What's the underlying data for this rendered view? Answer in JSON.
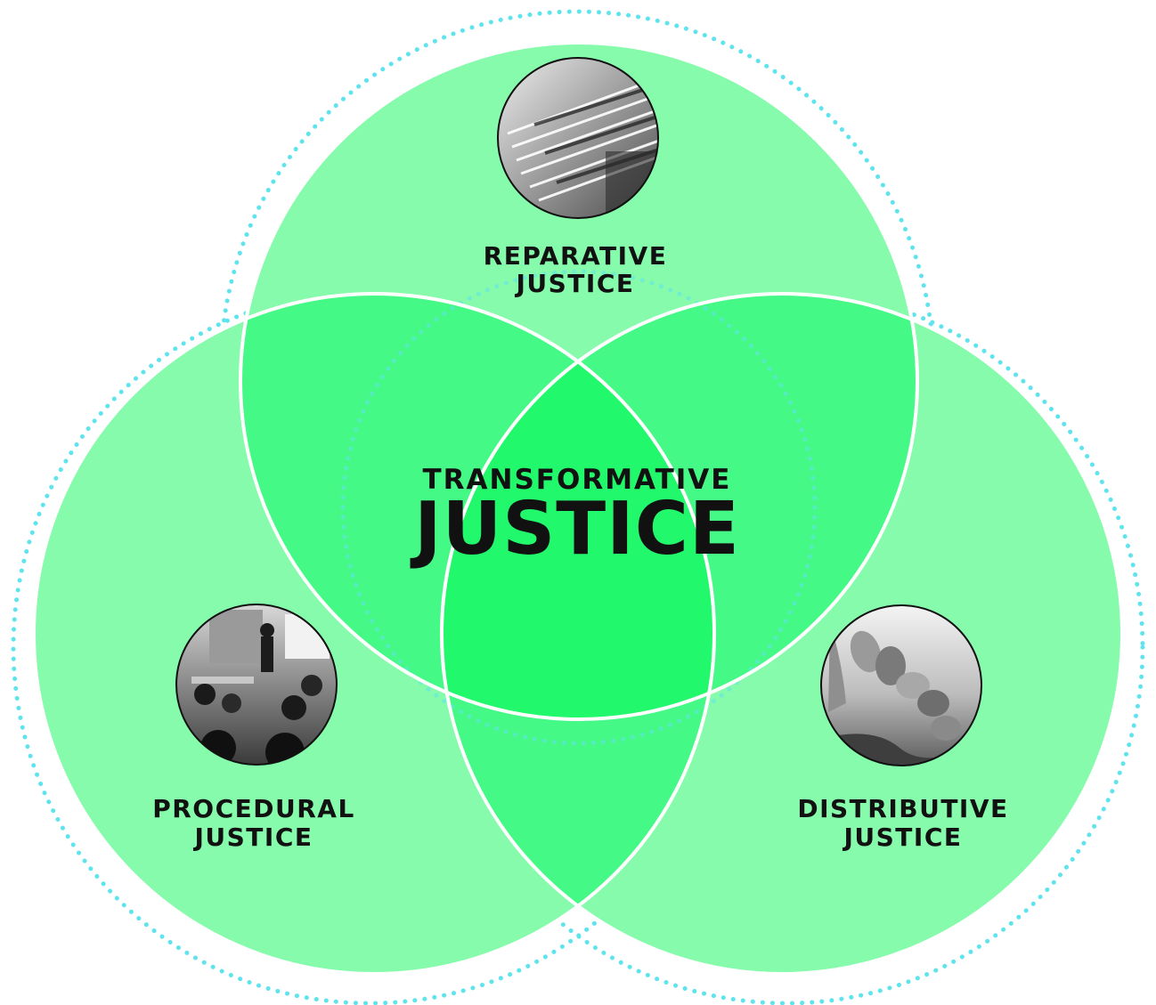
{
  "diagram": {
    "center": {
      "line1": "TRANSFORMATIVE",
      "line2": "JUSTICE"
    },
    "circles": [
      {
        "id": "reparative",
        "line1": "REPARATIVE",
        "line2": "JUSTICE",
        "photo_icon": "stacked-papers-photo"
      },
      {
        "id": "procedural",
        "line1": "PROCEDURAL",
        "line2": "JUSTICE",
        "photo_icon": "group-meeting-photo"
      },
      {
        "id": "distributive",
        "line1": "DISTRIBUTIVE",
        "line2": "JUSTICE",
        "photo_icon": "balanced-stones-photo"
      }
    ],
    "colors": {
      "circle_fill": "#86fbac",
      "pair_overlap": "#45f986",
      "triple_overlap": "#22f86b",
      "outline": "#ffffff",
      "dotted": "#5fe4ee",
      "text": "#111111"
    }
  }
}
